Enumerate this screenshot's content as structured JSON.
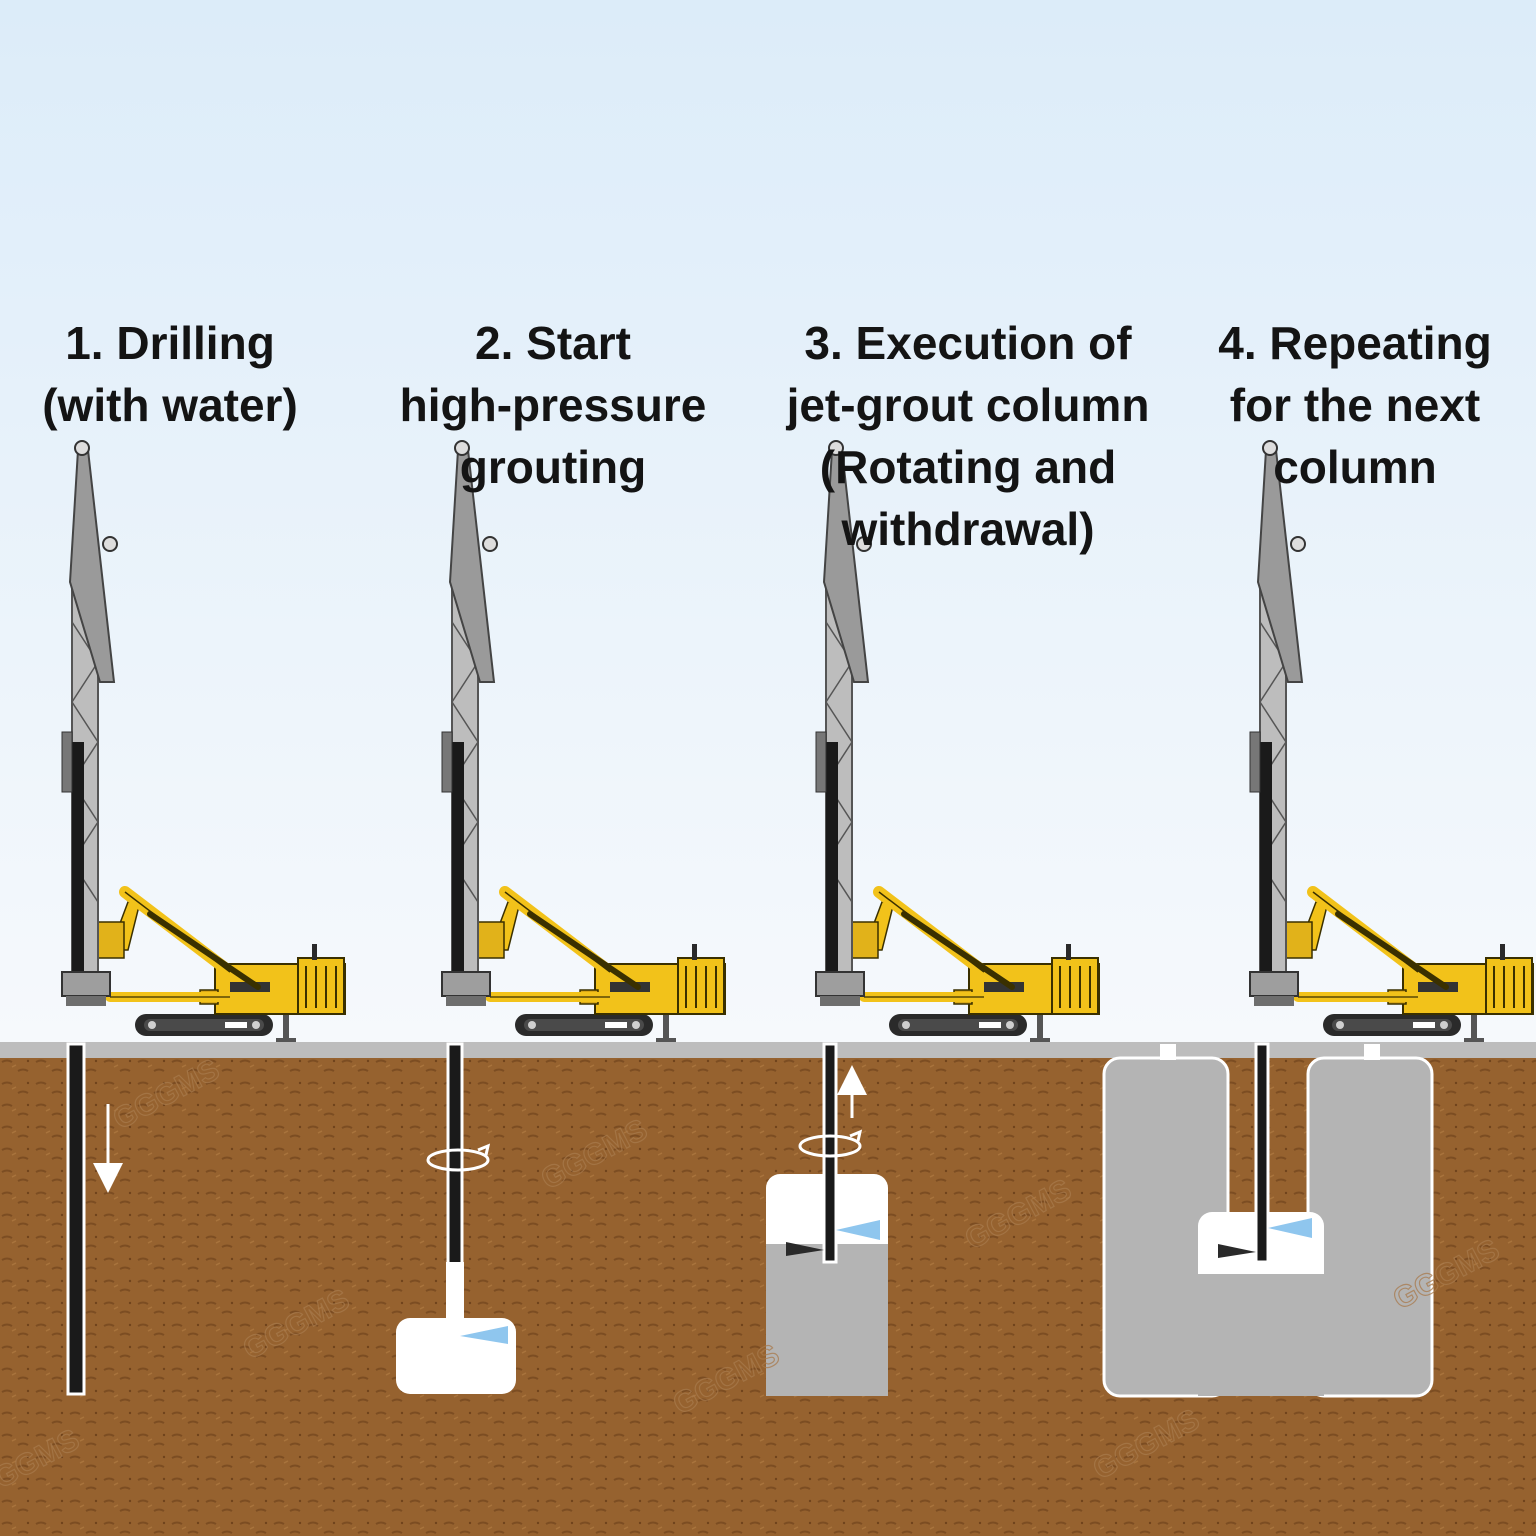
{
  "steps": [
    {
      "lines": [
        "1. Drilling",
        "(with water)"
      ]
    },
    {
      "lines": [
        "2. Start",
        "high-pressure",
        "grouting"
      ]
    },
    {
      "lines": [
        "3. Execution of",
        "jet-grout column",
        "(Rotating and",
        "withdrawal)"
      ]
    },
    {
      "lines": [
        "4. Repeating",
        "for the next",
        "column"
      ]
    }
  ],
  "watermark": "GGGMS",
  "colors": {
    "sky_top": "#dcecf9",
    "sky_bottom": "#f6f9fc",
    "soil": "#96622f",
    "ground_strip": "#bdbdbd",
    "grout_column": "#b4b4b4",
    "fresh_grout": "#ffffff",
    "rig_yellow": "#f2c21a",
    "mast_grey": "#8d8d8d",
    "jet_blue": "#8fc6ee"
  }
}
